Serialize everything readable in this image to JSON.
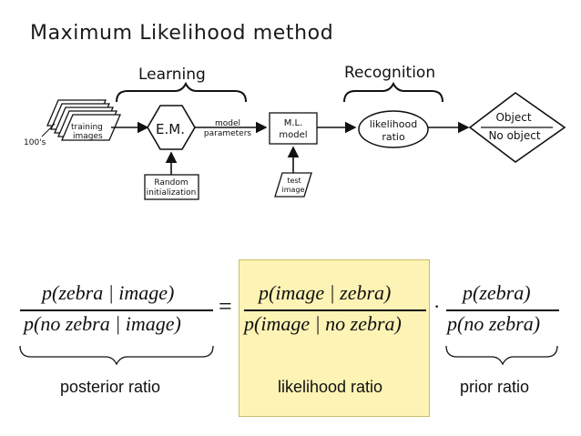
{
  "title": "Maximum Likelihood method",
  "diagram": {
    "learning_label": "Learning",
    "recognition_label": "Recognition",
    "training_images_label": [
      "training",
      "images"
    ],
    "count_label": "100's",
    "em_label": "E.M.",
    "model_parameters_label": [
      "model",
      "parameters"
    ],
    "random_init_label": [
      "Random",
      "initialization"
    ],
    "ml_model_label": [
      "M.L.",
      "model"
    ],
    "test_image_label": [
      "test",
      "image"
    ],
    "likelihood_ratio_node_label": [
      "likelihood",
      "ratio"
    ],
    "decision_labels": [
      "Object",
      "No object"
    ]
  },
  "formula": {
    "posterior_numerator": "p(zebra | image)",
    "posterior_denominator": "p(no zebra | image)",
    "likelihood_numerator": "p(image | zebra)",
    "likelihood_denominator": "p(image | no zebra)",
    "prior_numerator": "p(zebra)",
    "prior_denominator": "p(no zebra)",
    "equals": "=",
    "times": "·",
    "posterior_caption": "posterior ratio",
    "likelihood_caption": "likelihood ratio",
    "prior_caption": "prior ratio"
  },
  "colors": {
    "highlight": "#fdf3b4"
  }
}
